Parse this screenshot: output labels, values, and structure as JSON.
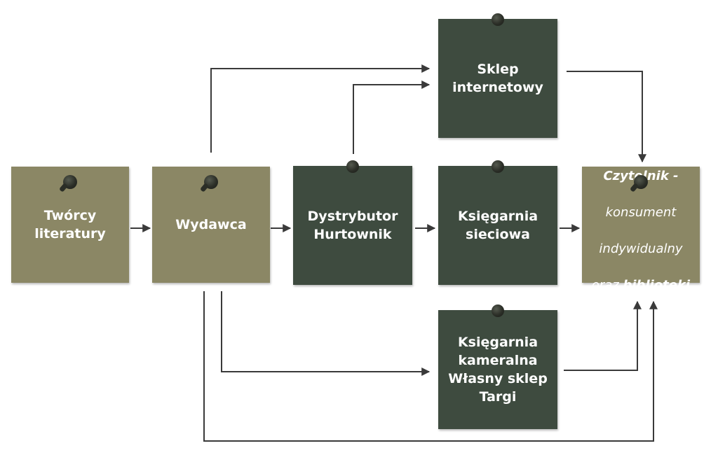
{
  "colors": {
    "olive_note": "#8b8765",
    "green_note": "#3e4b3f",
    "text": "#ffffff",
    "arrow": "#3a3a3a"
  },
  "nodes": {
    "tworcy": "Twórcy\nliteratury",
    "wydawca": "Wydawca",
    "dystrybutor": "Dystrybutor\nHurtownik",
    "sklep_internetowy": "Sklep\ninternetowy",
    "ksiegarnia_sieciowa": "Księgarnia\nsieciowa",
    "ksiegarnia_kameralna": "Księgarnia\nkameralna\nWłasny sklep\nTargi",
    "czytelnik": {
      "line1": "Czytelnik -",
      "line2": "konsument",
      "line3": "indywidualny",
      "line4_prefix": "oraz ",
      "line4_bold": "biblioteki"
    }
  },
  "edges": [
    {
      "from": "tworcy",
      "to": "wydawca"
    },
    {
      "from": "wydawca",
      "to": "dystrybutor"
    },
    {
      "from": "dystrybutor",
      "to": "ksiegarnia_sieciowa"
    },
    {
      "from": "ksiegarnia_sieciowa",
      "to": "czytelnik"
    },
    {
      "from": "wydawca",
      "to": "sklep_internetowy"
    },
    {
      "from": "dystrybutor",
      "to": "sklep_internetowy"
    },
    {
      "from": "sklep_internetowy",
      "to": "czytelnik"
    },
    {
      "from": "wydawca",
      "to": "ksiegarnia_kameralna"
    },
    {
      "from": "ksiegarnia_kameralna",
      "to": "czytelnik"
    },
    {
      "from": "wydawca",
      "to": "czytelnik"
    }
  ]
}
